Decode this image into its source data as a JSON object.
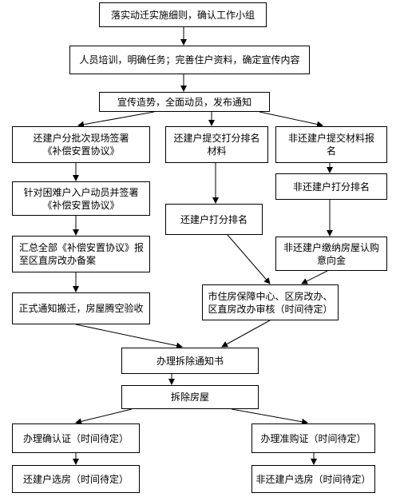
{
  "nodes": {
    "step1": "落实动迁实施细则，确认工作小组",
    "step2": "人员培训，明确任务；完善住户资料，确定宣传内容",
    "step3": "宣传造势，全面动员，发布通知",
    "a1": "还建户分批次现场签署\n《补偿安置协议》",
    "a2": "针对困难户入户动员并签署\n《补偿安置协议》",
    "a3": "汇总全部《补偿安置协议》报\n至区直房改办备案",
    "a4": "正式通知搬迁，房屋腾空验收",
    "b1": "还建户提交打分排名\n材料",
    "b2": "还建户打分排名",
    "c1": "非还建户提交材料报\n名",
    "c2": "非还建户打分排名",
    "c3": "非还建户缴纳房屋认购\n意向金",
    "review": "市住房保障中心、区房改办、\n区直房改办审核（时间待定）",
    "notice": "办理拆除通知书",
    "demolish": "拆除房屋",
    "confirm_cert": "办理确认证（时间待定）",
    "purchase_cert": "办理准购证（时间待定）",
    "select_rebuild": "还建户选房（时间待定）",
    "select_non": "非还建户选房（时间待定）"
  }
}
